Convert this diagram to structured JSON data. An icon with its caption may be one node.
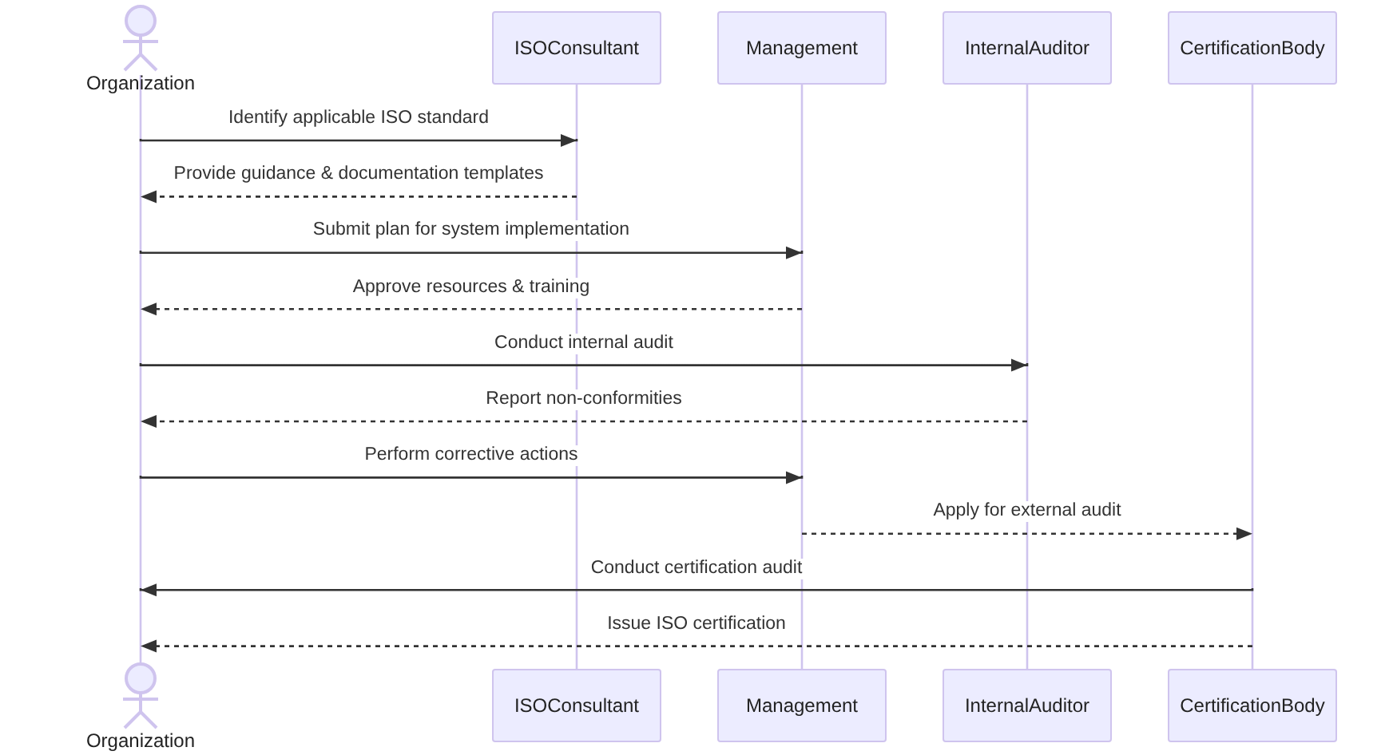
{
  "diagram": {
    "nodes": [
      {
        "text": [
          "Organization"
        ]
      },
      {
        "text": [
          "ISOConsultant"
        ]
      },
      {
        "text": [
          "Management"
        ]
      },
      {
        "text": [
          "InternalAuditor"
        ]
      },
      {
        "text": [
          "CertificationBody"
        ]
      },
      {
        "text": [
          "Organization"
        ]
      },
      {
        "text": [
          "ISOConsultant"
        ]
      },
      {
        "text": [
          "Management"
        ]
      },
      {
        "text": [
          "InternalAuditor"
        ]
      },
      {
        "text": [
          "CertificationBody"
        ]
      }
    ],
    "edges": [
      {
        "from": 0,
        "to": 5,
        "arrow": "none",
        "color": "#cfc4ee"
      },
      {
        "from": 1,
        "to": 6,
        "arrow": "none",
        "color": "#cfc4ee"
      },
      {
        "from": 2,
        "to": 7,
        "arrow": "none",
        "color": "#cfc4ee"
      },
      {
        "from": 3,
        "to": 8,
        "arrow": "none",
        "color": "#cfc4ee"
      },
      {
        "from": 4,
        "to": 9,
        "arrow": "none",
        "color": "#cfc4ee"
      },
      {
        "from": 0,
        "to": 1,
        "arrow": "to",
        "label": "Identify applicable ISO standard"
      },
      {
        "from": 1,
        "to": 0,
        "arrow": "to",
        "style": "dashed",
        "label": "Provide guidance & documentation templates"
      },
      {
        "from": 0,
        "to": 2,
        "arrow": "to",
        "label": "Submit plan for system implementation"
      },
      {
        "from": 2,
        "to": 0,
        "arrow": "to",
        "style": "dashed",
        "label": "Approve resources & training"
      },
      {
        "from": 0,
        "to": 3,
        "arrow": "to",
        "label": "Conduct internal audit"
      },
      {
        "from": 3,
        "to": 0,
        "arrow": "to",
        "style": "dashed",
        "label": "Report non-conformities"
      },
      {
        "from": 0,
        "to": 2,
        "arrow": "to",
        "label": "Perform corrective actions"
      },
      {
        "from": 2,
        "to": 4,
        "arrow": "to",
        "style": "dashed",
        "label": "Apply for external audit"
      },
      {
        "from": 4,
        "to": 0,
        "arrow": "to",
        "label": "Conduct certification audit"
      },
      {
        "from": 4,
        "to": 0,
        "arrow": "to",
        "style": "dashed",
        "label": "Issue ISO certification"
      }
    ]
  }
}
